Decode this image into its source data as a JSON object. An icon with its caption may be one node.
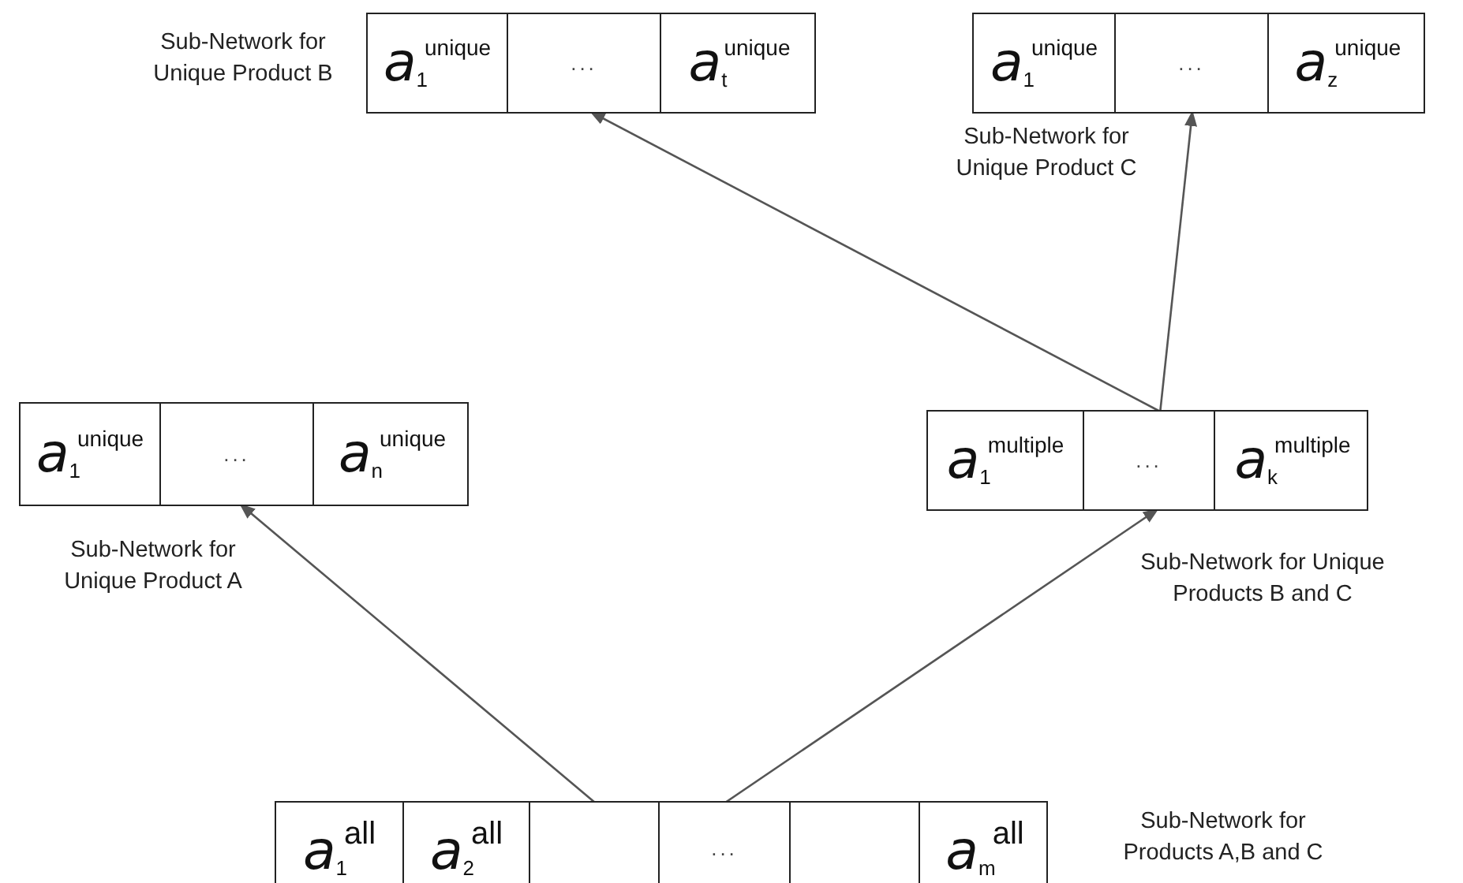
{
  "diagram": {
    "nodes": [
      {
        "text": [],
        "shape": "box",
        "beside": [
          "Sub-Network for Unique Product B"
        ]
      },
      {
        "text": [
          "*a*$_{1}$$^{unique}$"
        ],
        "in": 0
      },
      {
        "text": [
          "..."
        ],
        "in": 0
      },
      {
        "text": [
          "*a*$_{t}$$^{unique}$"
        ],
        "in": 0
      },
      {
        "text": [],
        "shape": "box",
        "beside": [
          "Sub-Network for Unique Product C"
        ]
      },
      {
        "text": [
          "*a*$_{1}$$^{unique}$"
        ],
        "in": 4
      },
      {
        "text": [
          "..."
        ],
        "in": 4
      },
      {
        "text": [
          "*a*$_{z}$$^{unique}$"
        ],
        "in": 4
      },
      {
        "text": [],
        "shape": "box",
        "beside": [
          "Sub-Network for Unique Product A"
        ]
      },
      {
        "text": [
          "*a*$_{1}$$^{unique}$"
        ],
        "in": 8
      },
      {
        "text": [
          "..."
        ],
        "in": 8
      },
      {
        "text": [
          "*a*$_{n}$$^{unique}$"
        ],
        "in": 8
      },
      {
        "text": [],
        "shape": "box",
        "beside": [
          "Sub-Network for Unique Products B and C"
        ]
      },
      {
        "text": [
          "*a*$_{1}$$^{multiple}$"
        ],
        "in": 12
      },
      {
        "text": [
          "..."
        ],
        "in": 12
      },
      {
        "text": [
          "*a*$_{k}$$^{multiple}$"
        ],
        "in": 12
      },
      {
        "text": [],
        "shape": "box",
        "beside": [
          "Sub-Network for Products A,B and C"
        ]
      },
      {
        "text": [
          "*a*$_{1}$$^{all}$"
        ],
        "in": 16
      },
      {
        "text": [
          "*a*$_{2}$$^{all}$"
        ],
        "in": 16
      },
      {
        "text": [],
        "shape": "box",
        "in": 16
      },
      {
        "text": [
          "..."
        ],
        "in": 16
      },
      {
        "text": [],
        "shape": "box",
        "in": 16
      },
      {
        "text": [
          "*a*$_{m}$$^{all}$"
        ],
        "in": 16
      }
    ],
    "edges": [
      {
        "from": 19,
        "to": 10,
        "arrow": "to"
      },
      {
        "from": 20,
        "to": 14,
        "arrow": "to"
      },
      {
        "from": 14,
        "to": 2,
        "arrow": "to"
      },
      {
        "from": 14,
        "to": 6,
        "arrow": "to"
      }
    ]
  }
}
